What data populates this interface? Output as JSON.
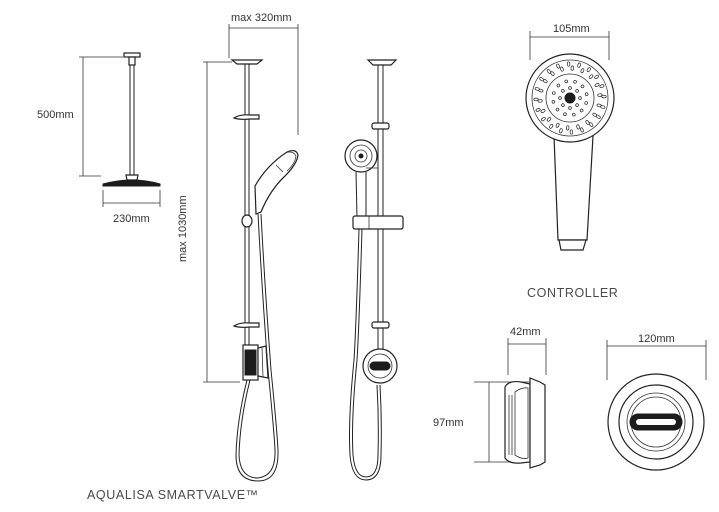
{
  "labels": {
    "head_height": "500mm",
    "head_width": "230mm",
    "rail_width": "max 320mm",
    "rail_height": "max 1030mm",
    "handset_width": "105mm",
    "controller_title": "CONTROLLER",
    "controller_depth": "42mm",
    "controller_width": "120mm",
    "controller_height": "97mm",
    "product_name": "AQUALISA SMARTVALVE™"
  }
}
